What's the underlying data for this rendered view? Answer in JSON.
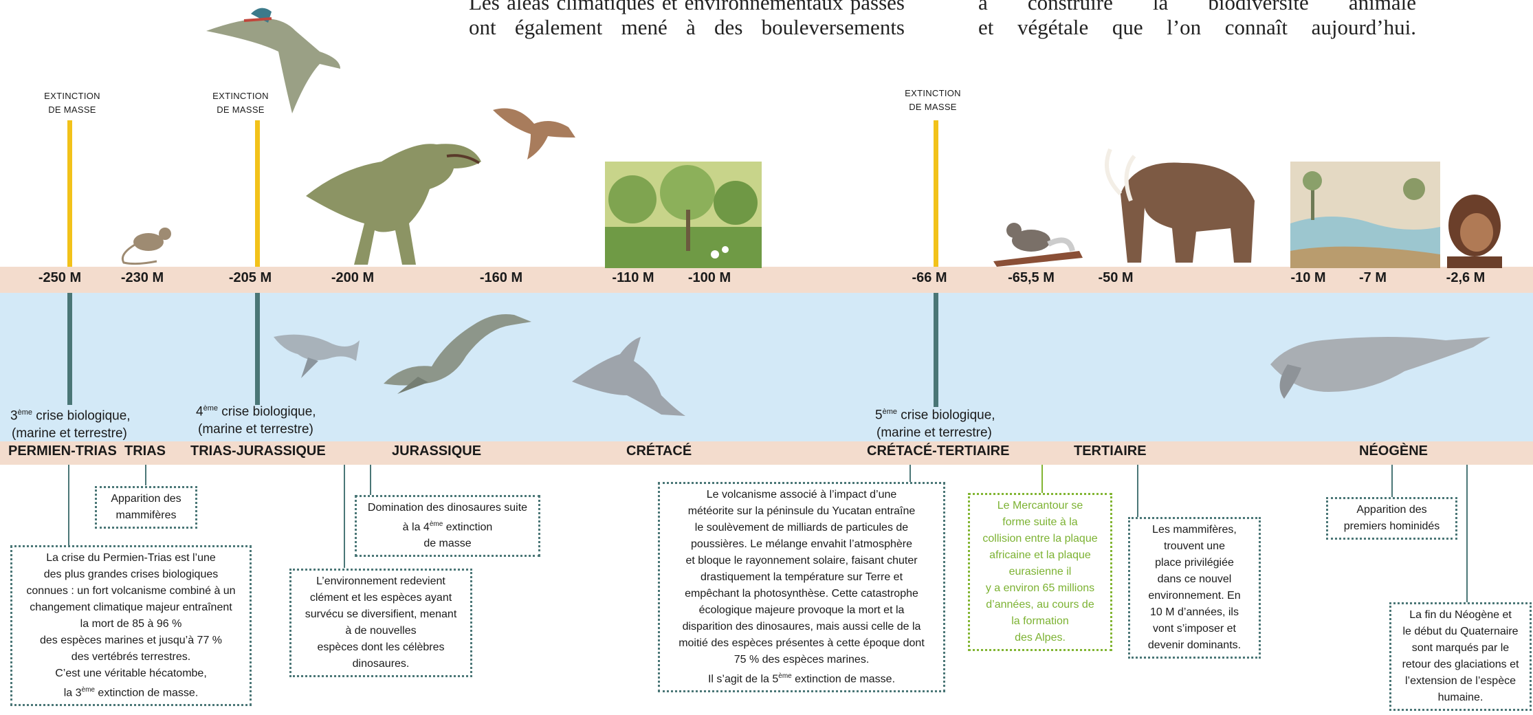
{
  "intro_text": {
    "left_line1": "Les aléas climatiques et environnementaux passés",
    "left_line2": "ont également mené à des bouleversements",
    "right_line1": "à construire la biodiversité animale",
    "right_line2": "et végétale que l’on connaît aujourd’hui."
  },
  "extinction_label": {
    "line1": "EXTINCTION",
    "line2": "DE MASSE"
  },
  "ages": [
    "-250 M",
    "-230 M",
    "-205 M",
    "-200 M",
    "-160 M",
    "-110 M",
    "-100 M",
    "-66 M",
    "-65,5 M",
    "-50 M",
    "-10 M",
    "-7 M",
    "-2,6 M"
  ],
  "periods": [
    "PERMIEN-TRIAS",
    "TRIAS",
    "TRIAS-JURASSIQUE",
    "JURASSIQUE",
    "CRÉTACÉ",
    "CRÉTACÉ-TERTIAIRE",
    "TERTIAIRE",
    "NÉOGÈNE"
  ],
  "crises": [
    {
      "num": "3",
      "sup": "ème",
      "rest": " crise biologique,",
      "line2": "(marine et terrestre)"
    },
    {
      "num": "4",
      "sup": "ème",
      "rest": " crise biologique,",
      "line2": "(marine et terrestre)"
    },
    {
      "num": "5",
      "sup": "ème",
      "rest": " crise biologique,",
      "line2": "(marine et terrestre)"
    }
  ],
  "boxes": {
    "mammiferes": [
      "Apparition des",
      "mammifères"
    ],
    "permien": [
      "La crise du Permien-Trias est l’une",
      "des plus grandes crises biologiques",
      "connues : un fort volcanisme combiné à un",
      "changement climatique majeur entraînent",
      "la mort de 85 à 96 %",
      "des espèces marines et jusqu’à 77 %",
      "des vertébrés terrestres.",
      "C’est une véritable hécatombe,"
    ],
    "permien_last_a": "la 3",
    "permien_last_sup": "ème",
    "permien_last_b": " extinction de masse.",
    "environnement": [
      "L’environnement redevient",
      "clément et les espèces ayant",
      "survécu se diversifient, menant",
      "à de nouvelles",
      "espèces dont les célèbres",
      "dinosaures."
    ],
    "domination_l1": "Domination des dinosaures suite",
    "domination_l2a": "à la 4",
    "domination_l2sup": "ème",
    "domination_l2b": " extinction",
    "domination_l3": "de masse",
    "volcanisme": [
      "Le volcanisme associé à l’impact d’une",
      "météorite sur la péninsule du Yucatan entraîne",
      "le soulèvement de milliards de particules de",
      "poussières. Le mélange envahit l’atmosphère",
      "et bloque le rayonnement solaire, faisant chuter",
      "drastiquement la température sur Terre et",
      "empêchant la photosynthèse. Cette catastrophe",
      "écologique majeure provoque la mort et la",
      "disparition des dinosaures, mais aussi celle de la",
      "moitié des espèces présentes à cette époque dont",
      "75 % des espèces marines."
    ],
    "volcanisme_last_a": "Il s’agit de la 5",
    "volcanisme_last_sup": "ème",
    "volcanisme_last_b": " extinction de masse.",
    "mercantour": [
      "Le Mercantour se",
      "forme suite à la",
      "collision entre la plaque",
      "africaine et la plaque",
      "eurasienne il",
      "y a environ 65 millions",
      "d’années, au cours de",
      "la formation",
      "des Alpes."
    ],
    "mammiferes_place": [
      "Les mammifères,",
      "trouvent une",
      "place privilégiée",
      "dans ce nouvel",
      "environnement. En",
      "10 M d’années, ils",
      "vont s’imposer et",
      "devenir dominants."
    ],
    "hominides": [
      "Apparition des",
      "premiers hominidés"
    ],
    "neogene": [
      "La fin du Néogène et",
      "le début du Quaternaire",
      "sont marqués par le",
      "retour des glaciations et",
      "l’extension de l’espèce",
      "humaine."
    ]
  },
  "colors": {
    "age_band": "#f3dccd",
    "sea_band": "#d3e9f7",
    "extinction_bar": "#f2c21a",
    "crisis_bar": "#4a7676",
    "box_border": "#4a7676",
    "green_text": "#7cb232"
  },
  "illustrations": [
    "pterosaur-icon",
    "mouse-icon",
    "trex-icon",
    "bird-icon",
    "forest-icon",
    "lemur-icon",
    "mammoth-icon",
    "lake-landscape-icon",
    "hominid-icon",
    "ichthyosaur-icon",
    "plesiosaur-icon",
    "mosasaur-icon",
    "whale-icon"
  ]
}
